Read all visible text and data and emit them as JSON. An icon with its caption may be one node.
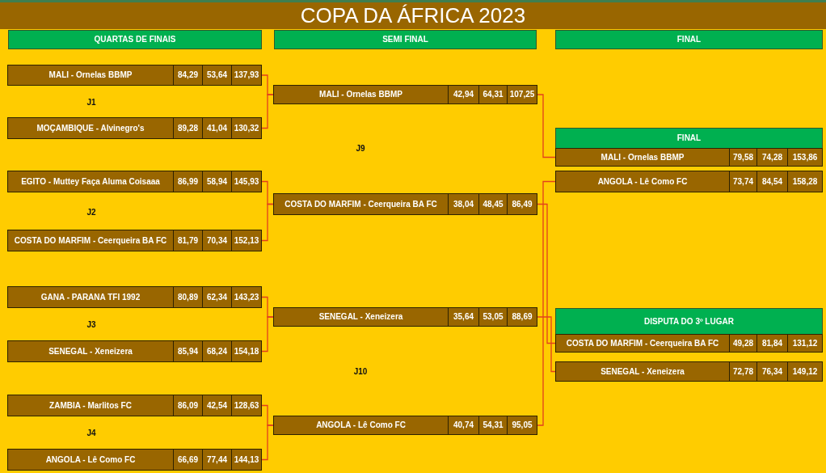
{
  "diagram": {
    "title": "COPA DA ÁFRICA 2023",
    "nodes": [
      {
        "text": [
          "QUARTAS DE FINAIS"
        ]
      },
      {
        "text": [
          "SEMI FINAL"
        ]
      },
      {
        "text": [
          "FINAL"
        ]
      },
      {
        "text": [
          "MALI - Ornelas BBMP",
          "84,29",
          "53,64",
          "137,93"
        ]
      },
      {
        "text": [
          "MOÇAMBIQUE - Alvinegro's",
          "89,28",
          "41,04",
          "130,32"
        ]
      },
      {
        "text": [
          "EGITO - Muttey Faça Aluma Coisaaa",
          "86,99",
          "58,94",
          "145,93"
        ]
      },
      {
        "text": [
          "COSTA DO MARFIM - Ceerqueira BA FC",
          "81,79",
          "70,34",
          "152,13"
        ]
      },
      {
        "text": [
          "GANA - PARANA TFI 1992",
          "80,89",
          "62,34",
          "143,23"
        ]
      },
      {
        "text": [
          "SENEGAL - Xeneizera",
          "85,94",
          "68,24",
          "154,18"
        ]
      },
      {
        "text": [
          "ZAMBIA - Marlitos FC",
          "86,09",
          "42,54",
          "128,63"
        ]
      },
      {
        "text": [
          "ANGOLA - Lê Como FC",
          "66,69",
          "77,44",
          "144,13"
        ]
      },
      {
        "text": [
          "MALI - Ornelas BBMP",
          "42,94",
          "64,31",
          "107,25"
        ]
      },
      {
        "text": [
          "COSTA DO MARFIM - Ceerqueira BA FC",
          "38,04",
          "48,45",
          "86,49"
        ]
      },
      {
        "text": [
          "SENEGAL - Xeneizera",
          "35,64",
          "53,05",
          "88,69"
        ]
      },
      {
        "text": [
          "ANGOLA - Lê Como FC",
          "40,74",
          "54,31",
          "95,05"
        ]
      },
      {
        "text": [
          "FINAL"
        ]
      },
      {
        "text": [
          "MALI - Ornelas BBMP",
          "79,58",
          "74,28",
          "153,86"
        ]
      },
      {
        "text": [
          "ANGOLA - Lê Como FC",
          "73,74",
          "84,54",
          "158,28"
        ]
      },
      {
        "text": [
          "DISPUTA DO 3º LUGAR"
        ]
      },
      {
        "text": [
          "COSTA DO MARFIM - Ceerqueira BA FC",
          "49,28",
          "81,84",
          "131,12"
        ]
      },
      {
        "text": [
          "SENEGAL - Xeneizera",
          "72,78",
          "76,34",
          "149,12"
        ]
      }
    ],
    "edges": [
      {
        "from": 3,
        "to": 11,
        "arrow": "none"
      },
      {
        "from": 4,
        "to": 11,
        "arrow": "none"
      },
      {
        "from": 5,
        "to": 12,
        "arrow": "none"
      },
      {
        "from": 6,
        "to": 12,
        "arrow": "none"
      },
      {
        "from": 7,
        "to": 13,
        "arrow": "none"
      },
      {
        "from": 8,
        "to": 13,
        "arrow": "none"
      },
      {
        "from": 9,
        "to": 14,
        "arrow": "none"
      },
      {
        "from": 10,
        "to": 14,
        "arrow": "none"
      },
      {
        "from": 11,
        "to": 16,
        "arrow": "none"
      },
      {
        "from": 14,
        "to": 17,
        "arrow": "none"
      },
      {
        "from": 12,
        "to": 19,
        "arrow": "none"
      },
      {
        "from": 13,
        "to": 20,
        "arrow": "none"
      }
    ],
    "labels": [
      "J1",
      "J9",
      "J2",
      "J3",
      "J10",
      "J4"
    ]
  }
}
